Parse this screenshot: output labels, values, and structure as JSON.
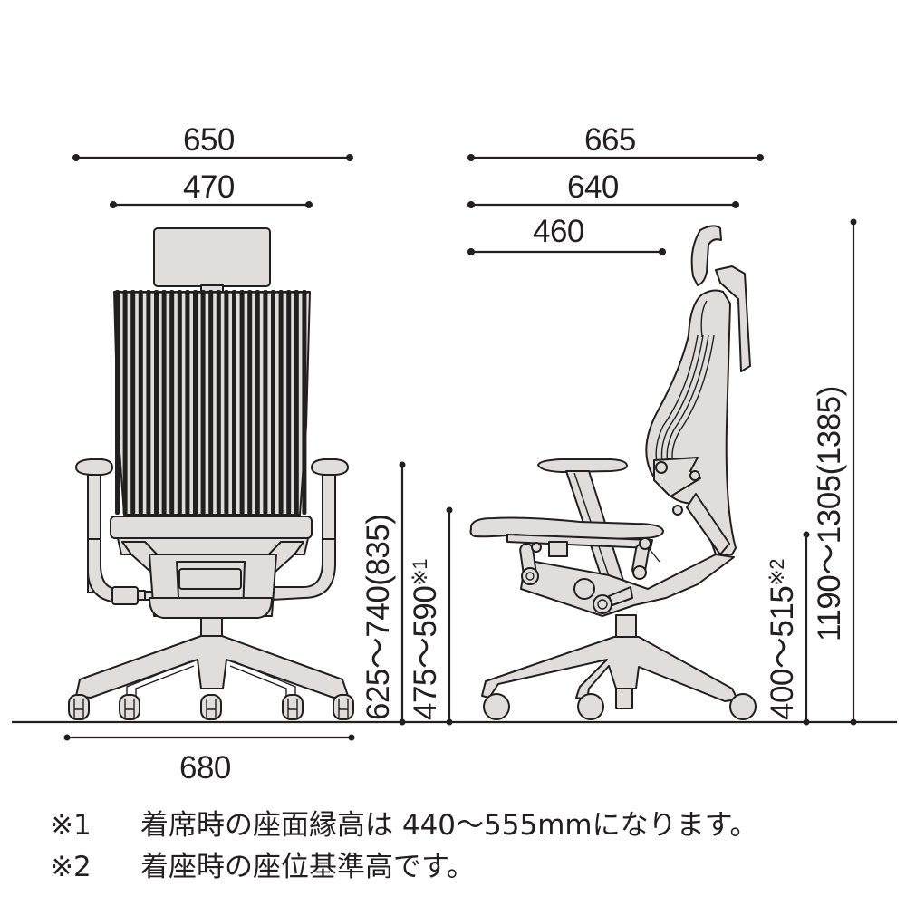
{
  "colors": {
    "ink": "#231f20",
    "fill": "#e0dddb",
    "background": "#ffffff"
  },
  "front_view": {
    "overall_width": "650",
    "backrest_width": "470",
    "base_width": "680",
    "armrest_height": {
      "value": "625〜740(835)",
      "mark": ""
    },
    "seat_height": {
      "value": "475〜590",
      "mark": "※1"
    }
  },
  "side_view": {
    "overall_depth": "665",
    "depth_with_armrest": "640",
    "seat_depth": "460",
    "seat_reference_height": {
      "value": "400〜515",
      "mark": "※2"
    },
    "overall_height": {
      "value": "1190〜1305(1385)",
      "mark": ""
    }
  },
  "notes": [
    {
      "mark": "※1",
      "text": "着席時の座面縁高は 440〜555mmになります。"
    },
    {
      "mark": "※2",
      "text": "着座時の座位基準高です。"
    }
  ]
}
